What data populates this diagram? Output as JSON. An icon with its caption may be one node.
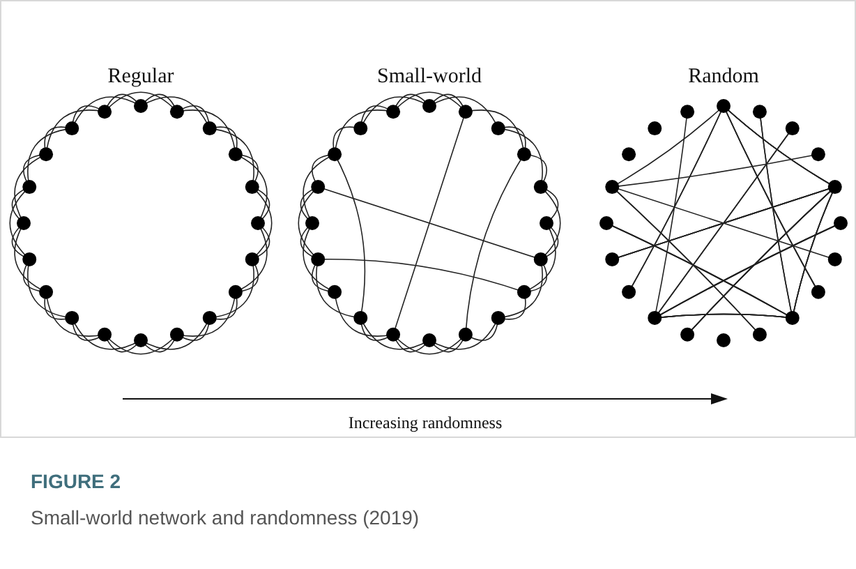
{
  "diagram": {
    "title": "FIGURE 2",
    "caption": "Small-world network and randomness (2019)",
    "labels": [
      "Regular",
      "Small-world",
      "Random",
      "Increasing randomness"
    ]
  }
}
